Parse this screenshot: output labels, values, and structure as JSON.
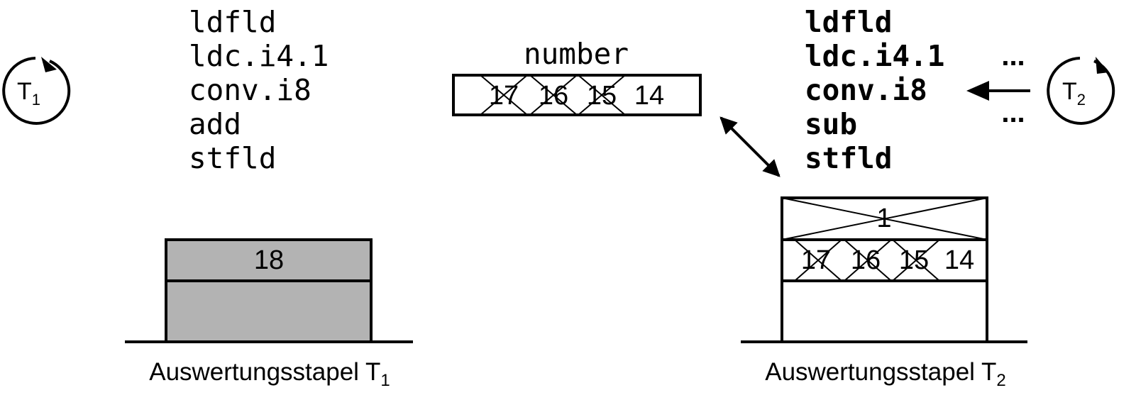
{
  "thread1": {
    "label": "T",
    "sub": "1",
    "code": [
      "ldfld",
      "ldc.i4.1",
      "conv.i8",
      "add",
      "stfld"
    ]
  },
  "thread2": {
    "label": "T",
    "sub": "2",
    "code": [
      "ldfld",
      "ldc.i4.1",
      "conv.i8",
      "sub",
      "stfld"
    ],
    "ellipsis_top": "...",
    "ellipsis_bottom": "..."
  },
  "number": {
    "title": "number",
    "values": [
      "17",
      "16",
      "15",
      "14"
    ],
    "crossed": [
      true,
      true,
      true,
      false
    ]
  },
  "stack1": {
    "caption": "Auswertungsstapel T",
    "caption_sub": "1",
    "top_value": "18",
    "fill": "#b3b3b3"
  },
  "stack2": {
    "caption": "Auswertungsstapel T",
    "caption_sub": "2",
    "top_value": "1",
    "second_values": [
      "17",
      "16",
      "15",
      "14"
    ],
    "second_crossed": [
      true,
      true,
      true,
      false
    ]
  }
}
